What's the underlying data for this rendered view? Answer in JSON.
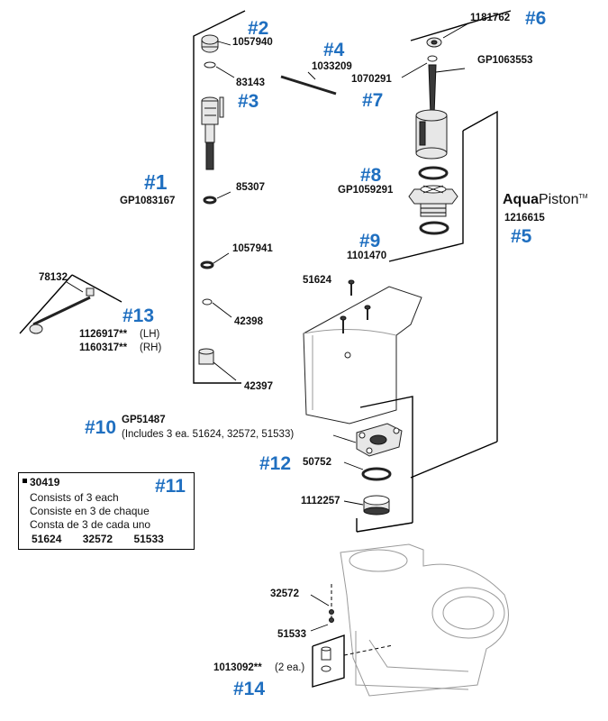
{
  "callouts": {
    "c1": "#1",
    "c2": "#2",
    "c3": "#3",
    "c4": "#4",
    "c5": "#5",
    "c6": "#6",
    "c7": "#7",
    "c8": "#8",
    "c9": "#9",
    "c10": "#10",
    "c11": "#11",
    "c12": "#12",
    "c13": "#13",
    "c14": "#14"
  },
  "parts": {
    "p1057940": "1057940",
    "p83143": "83143",
    "pGP1083167": "GP1083167",
    "p85307": "85307",
    "p1057941": "1057941",
    "p42398": "42398",
    "p42397": "42397",
    "p1033209": "1033209",
    "p1181762": "1181762",
    "pGP1063553": "GP1063553",
    "p1070291": "1070291",
    "pGP1059291": "GP1059291",
    "p1101470": "1101470",
    "p1216615": "1216615",
    "p51624": "51624",
    "p78132": "78132",
    "p1126917": "1126917**",
    "p1126917_side": "(LH)",
    "p1160317": "1160317**",
    "p1160317_side": "(RH)",
    "pGP51487": "GP51487",
    "pGP51487_note": "(Includes 3 ea. 51624, 32572, 51533)",
    "p50752": "50752",
    "p1112257": "1112257",
    "p32572": "32572",
    "p51533": "51533",
    "p1013092": "1013092**",
    "p1013092_qty": "(2 ea.)"
  },
  "brand": {
    "aqua": "Aqua",
    "piston": "Piston",
    "tm": "TM"
  },
  "kit": {
    "sku": "30419",
    "callout": "#11",
    "line_en": "Consists of 3 each",
    "line_fr": "Consiste en 3 de chaque",
    "line_es": "Consta de 3 de cada uno",
    "items": [
      "51624",
      "32572",
      "51533"
    ]
  },
  "colors": {
    "callout_blue": "#1f6fc0",
    "line": "#000000"
  }
}
